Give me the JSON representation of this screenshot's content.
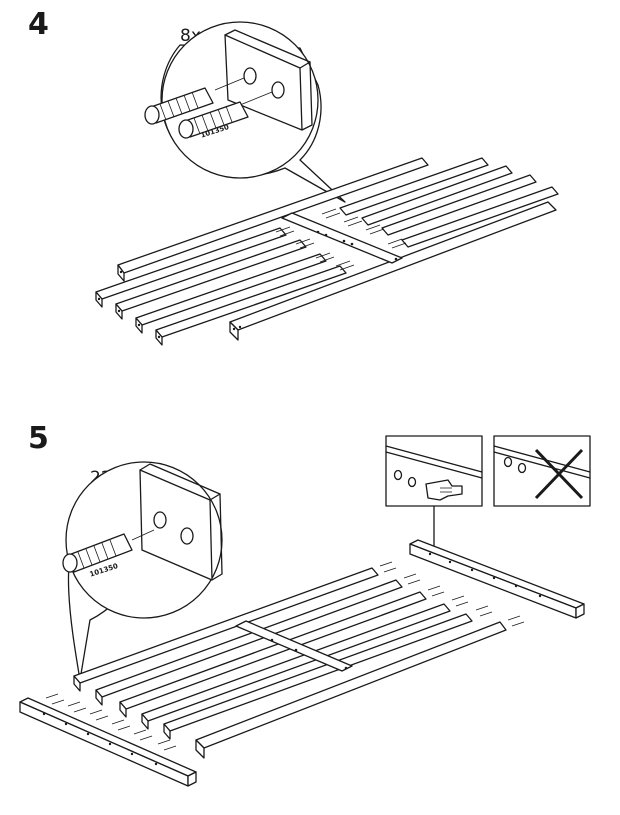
{
  "steps": [
    {
      "number": "4",
      "dowel_quantity": "8x",
      "part_code": "101350",
      "dowel_icon": "wooden-dowel-icon"
    },
    {
      "number": "5",
      "dowel_quantity": "22x",
      "part_code": "101350",
      "dowel_icon": "wooden-dowel-icon",
      "orientation_check": {
        "correct_icon": "pointing-hand-icon",
        "incorrect_icon": "cross-mark-icon"
      }
    }
  ],
  "colors": {
    "line": "#1a1a1a",
    "background": "#ffffff"
  }
}
